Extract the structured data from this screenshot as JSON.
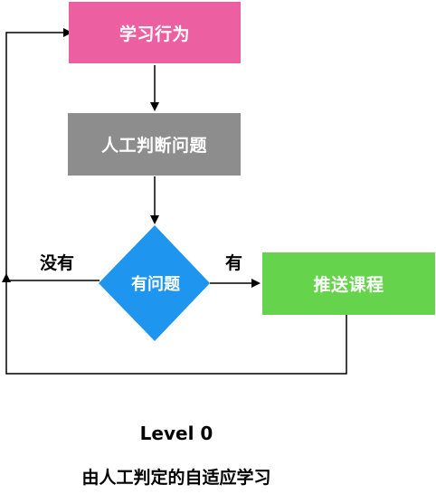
{
  "nodes": {
    "learning_behavior": {
      "label": "学习行为",
      "color": "#ec5fa1"
    },
    "human_judgment": {
      "label": "人工判断问题",
      "color": "#8d8d8d"
    },
    "has_problem": {
      "label": "有问题",
      "color": "#1e96f0"
    },
    "push_course": {
      "label": "推送课程",
      "color": "#65d44c"
    }
  },
  "edges": {
    "no_label": "没有",
    "yes_label": "有"
  },
  "caption": {
    "level": "Level 0",
    "subtitle": "由人工判定的自适应学习"
  }
}
